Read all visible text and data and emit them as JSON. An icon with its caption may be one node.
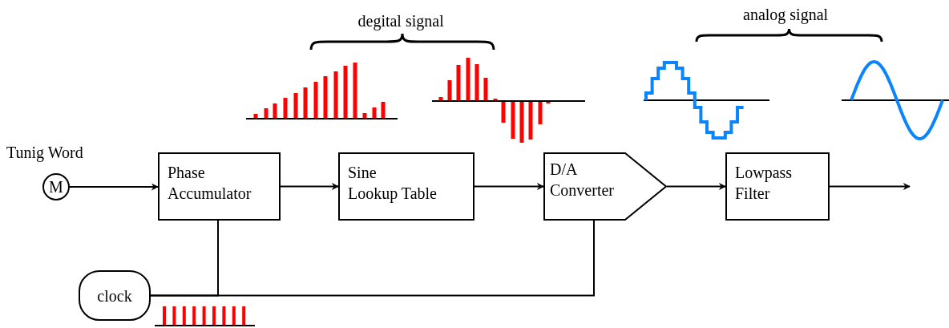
{
  "diagram": {
    "nodes": [
      {
        "text": [
          "M"
        ],
        "beside": [
          "Tunig Word"
        ]
      },
      {
        "text": [
          "Phase Accumulator"
        ]
      },
      {
        "text": [
          "Sine Lookup Table"
        ]
      },
      {
        "text": [
          "D/A Converter"
        ]
      },
      {
        "text": [
          "Lowpass Filter"
        ]
      },
      {
        "text": [
          "clock"
        ]
      }
    ],
    "edges": [
      {
        "from": 0,
        "to": 1,
        "arrow": "to"
      },
      {
        "from": 1,
        "to": 2,
        "arrow": "to"
      },
      {
        "from": 2,
        "to": 3,
        "arrow": "to"
      },
      {
        "from": 3,
        "to": 4,
        "arrow": "to"
      },
      {
        "from": 4,
        "to": null,
        "arrow": "to"
      },
      {
        "from": 5,
        "to": 1,
        "arrow": "none"
      },
      {
        "from": 5,
        "to": 3,
        "arrow": "none"
      }
    ],
    "labels": [
      "degital signal",
      "analog signal"
    ]
  }
}
